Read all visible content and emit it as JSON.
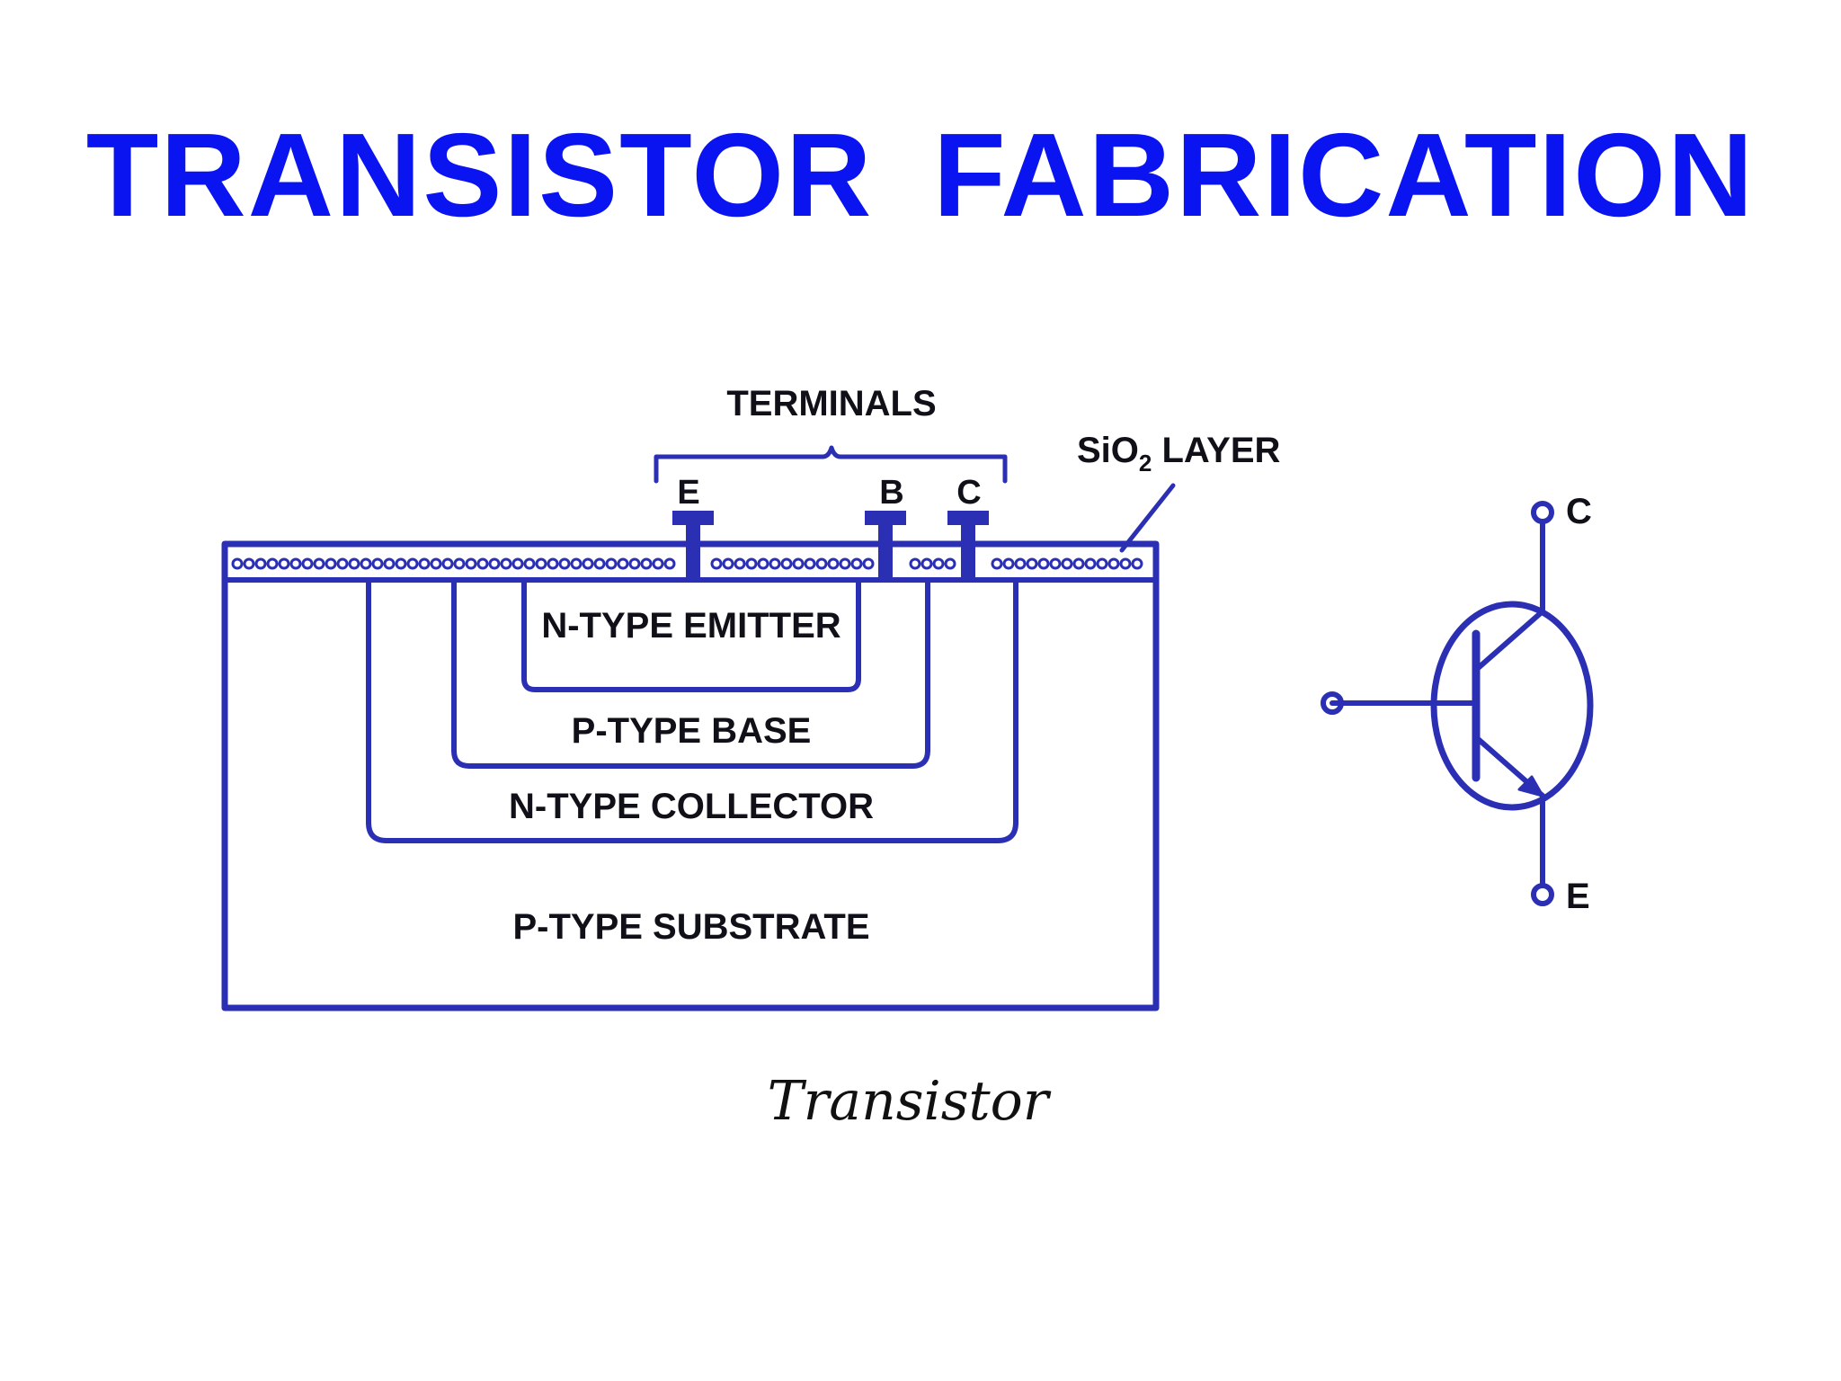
{
  "title": "TRANSISTOR  FABRICATION",
  "colors": {
    "title": "#0a14f0",
    "diagram_lines": "#2b2fb4",
    "label_text": "#101018"
  },
  "cross_section": {
    "terminals_label": "TERMINALS",
    "oxide_label_prefix": "SiO",
    "oxide_label_sub": "2",
    "oxide_label_suffix": " LAYER",
    "terminal_e": "E",
    "terminal_b": "B",
    "terminal_c": "C",
    "emitter": "N-TYPE EMITTER",
    "base": "P-TYPE BASE",
    "collector": "N-TYPE COLLECTOR",
    "substrate": "P-TYPE SUBSTRATE",
    "caption": "Transistor"
  },
  "symbol": {
    "collector_label": "C",
    "emitter_label": "E"
  }
}
